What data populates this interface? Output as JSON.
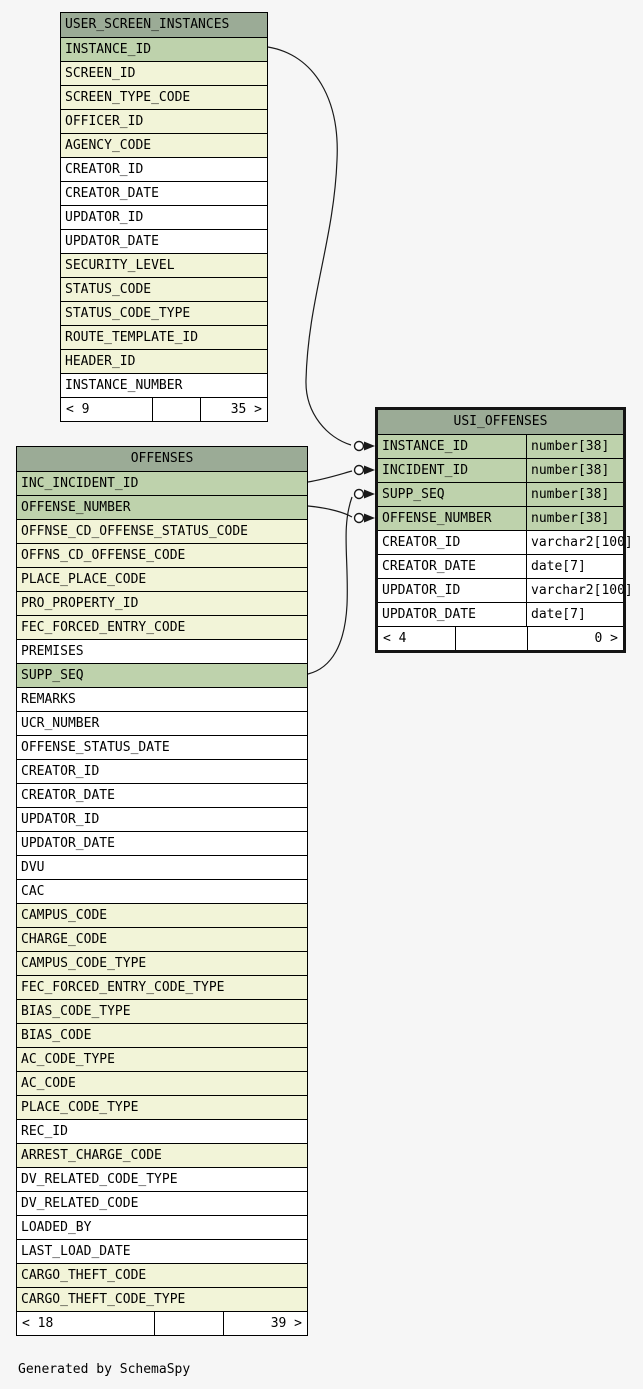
{
  "diagram": {
    "generator_note": "Generated by SchemaSpy",
    "colors": {
      "background": "#f6f6f6",
      "table_header_bg": "#9bab96",
      "primary_key_bg": "#bed2ac",
      "indexed_column_bg": "#f2f4d8",
      "regular_column_bg": "#ffffff",
      "border": "#000000",
      "focus_table_border": "#141414",
      "relationship_line": "#1a1a1a"
    },
    "tables": [
      {
        "name": "USER_SCREEN_INSTANCES",
        "footer": {
          "left": "< 9",
          "middle": "",
          "right": "35 >"
        },
        "columns": [
          {
            "name": "INSTANCE_ID",
            "kind": "pk"
          },
          {
            "name": "SCREEN_ID",
            "kind": "indexed"
          },
          {
            "name": "SCREEN_TYPE_CODE",
            "kind": "indexed"
          },
          {
            "name": "OFFICER_ID",
            "kind": "indexed"
          },
          {
            "name": "AGENCY_CODE",
            "kind": "indexed"
          },
          {
            "name": "CREATOR_ID",
            "kind": "regular"
          },
          {
            "name": "CREATOR_DATE",
            "kind": "regular"
          },
          {
            "name": "UPDATOR_ID",
            "kind": "regular"
          },
          {
            "name": "UPDATOR_DATE",
            "kind": "regular"
          },
          {
            "name": "SECURITY_LEVEL",
            "kind": "indexed"
          },
          {
            "name": "STATUS_CODE",
            "kind": "indexed"
          },
          {
            "name": "STATUS_CODE_TYPE",
            "kind": "indexed"
          },
          {
            "name": "ROUTE_TEMPLATE_ID",
            "kind": "indexed"
          },
          {
            "name": "HEADER_ID",
            "kind": "indexed"
          },
          {
            "name": "INSTANCE_NUMBER",
            "kind": "regular"
          }
        ]
      },
      {
        "name": "OFFENSES",
        "footer": {
          "left": "< 18",
          "middle": "",
          "right": "39 >"
        },
        "columns": [
          {
            "name": "INC_INCIDENT_ID",
            "kind": "pk"
          },
          {
            "name": "OFFENSE_NUMBER",
            "kind": "pk"
          },
          {
            "name": "OFFNSE_CD_OFFENSE_STATUS_CODE",
            "kind": "indexed"
          },
          {
            "name": "OFFNS_CD_OFFENSE_CODE",
            "kind": "indexed"
          },
          {
            "name": "PLACE_PLACE_CODE",
            "kind": "indexed"
          },
          {
            "name": "PRO_PROPERTY_ID",
            "kind": "indexed"
          },
          {
            "name": "FEC_FORCED_ENTRY_CODE",
            "kind": "indexed"
          },
          {
            "name": "PREMISES",
            "kind": "regular"
          },
          {
            "name": "SUPP_SEQ",
            "kind": "pk"
          },
          {
            "name": "REMARKS",
            "kind": "regular"
          },
          {
            "name": "UCR_NUMBER",
            "kind": "regular"
          },
          {
            "name": "OFFENSE_STATUS_DATE",
            "kind": "regular"
          },
          {
            "name": "CREATOR_ID",
            "kind": "regular"
          },
          {
            "name": "CREATOR_DATE",
            "kind": "regular"
          },
          {
            "name": "UPDATOR_ID",
            "kind": "regular"
          },
          {
            "name": "UPDATOR_DATE",
            "kind": "regular"
          },
          {
            "name": "DVU",
            "kind": "regular"
          },
          {
            "name": "CAC",
            "kind": "regular"
          },
          {
            "name": "CAMPUS_CODE",
            "kind": "indexed"
          },
          {
            "name": "CHARGE_CODE",
            "kind": "indexed"
          },
          {
            "name": "CAMPUS_CODE_TYPE",
            "kind": "indexed"
          },
          {
            "name": "FEC_FORCED_ENTRY_CODE_TYPE",
            "kind": "indexed"
          },
          {
            "name": "BIAS_CODE_TYPE",
            "kind": "indexed"
          },
          {
            "name": "BIAS_CODE",
            "kind": "indexed"
          },
          {
            "name": "AC_CODE_TYPE",
            "kind": "indexed"
          },
          {
            "name": "AC_CODE",
            "kind": "indexed"
          },
          {
            "name": "PLACE_CODE_TYPE",
            "kind": "indexed"
          },
          {
            "name": "REC_ID",
            "kind": "regular"
          },
          {
            "name": "ARREST_CHARGE_CODE",
            "kind": "indexed"
          },
          {
            "name": "DV_RELATED_CODE_TYPE",
            "kind": "regular"
          },
          {
            "name": "DV_RELATED_CODE",
            "kind": "regular"
          },
          {
            "name": "LOADED_BY",
            "kind": "regular"
          },
          {
            "name": "LAST_LOAD_DATE",
            "kind": "regular"
          },
          {
            "name": "CARGO_THEFT_CODE",
            "kind": "indexed"
          },
          {
            "name": "CARGO_THEFT_CODE_TYPE",
            "kind": "indexed"
          }
        ]
      },
      {
        "name": "USI_OFFENSES",
        "footer": {
          "left": "< 4",
          "middle": "",
          "right": "0 >"
        },
        "columns": [
          {
            "name": "INSTANCE_ID",
            "kind": "pk",
            "type": "number[38]"
          },
          {
            "name": "INCIDENT_ID",
            "kind": "pk",
            "type": "number[38]"
          },
          {
            "name": "SUPP_SEQ",
            "kind": "pk",
            "type": "number[38]"
          },
          {
            "name": "OFFENSE_NUMBER",
            "kind": "pk",
            "type": "number[38]"
          },
          {
            "name": "CREATOR_ID",
            "kind": "regular",
            "type": "varchar2[100]"
          },
          {
            "name": "CREATOR_DATE",
            "kind": "regular",
            "type": "date[7]"
          },
          {
            "name": "UPDATOR_ID",
            "kind": "regular",
            "type": "varchar2[100]"
          },
          {
            "name": "UPDATOR_DATE",
            "kind": "regular",
            "type": "date[7]"
          }
        ]
      }
    ],
    "relationships": [
      {
        "from_table": "USER_SCREEN_INSTANCES",
        "from_column": "INSTANCE_ID",
        "to_table": "USI_OFFENSES",
        "to_column": "INSTANCE_ID"
      },
      {
        "from_table": "OFFENSES",
        "from_column": "INC_INCIDENT_ID",
        "to_table": "USI_OFFENSES",
        "to_column": "INCIDENT_ID"
      },
      {
        "from_table": "OFFENSES",
        "from_column": "OFFENSE_NUMBER",
        "to_table": "USI_OFFENSES",
        "to_column": "OFFENSE_NUMBER"
      },
      {
        "from_table": "OFFENSES",
        "from_column": "SUPP_SEQ",
        "to_table": "USI_OFFENSES",
        "to_column": "SUPP_SEQ"
      }
    ]
  }
}
